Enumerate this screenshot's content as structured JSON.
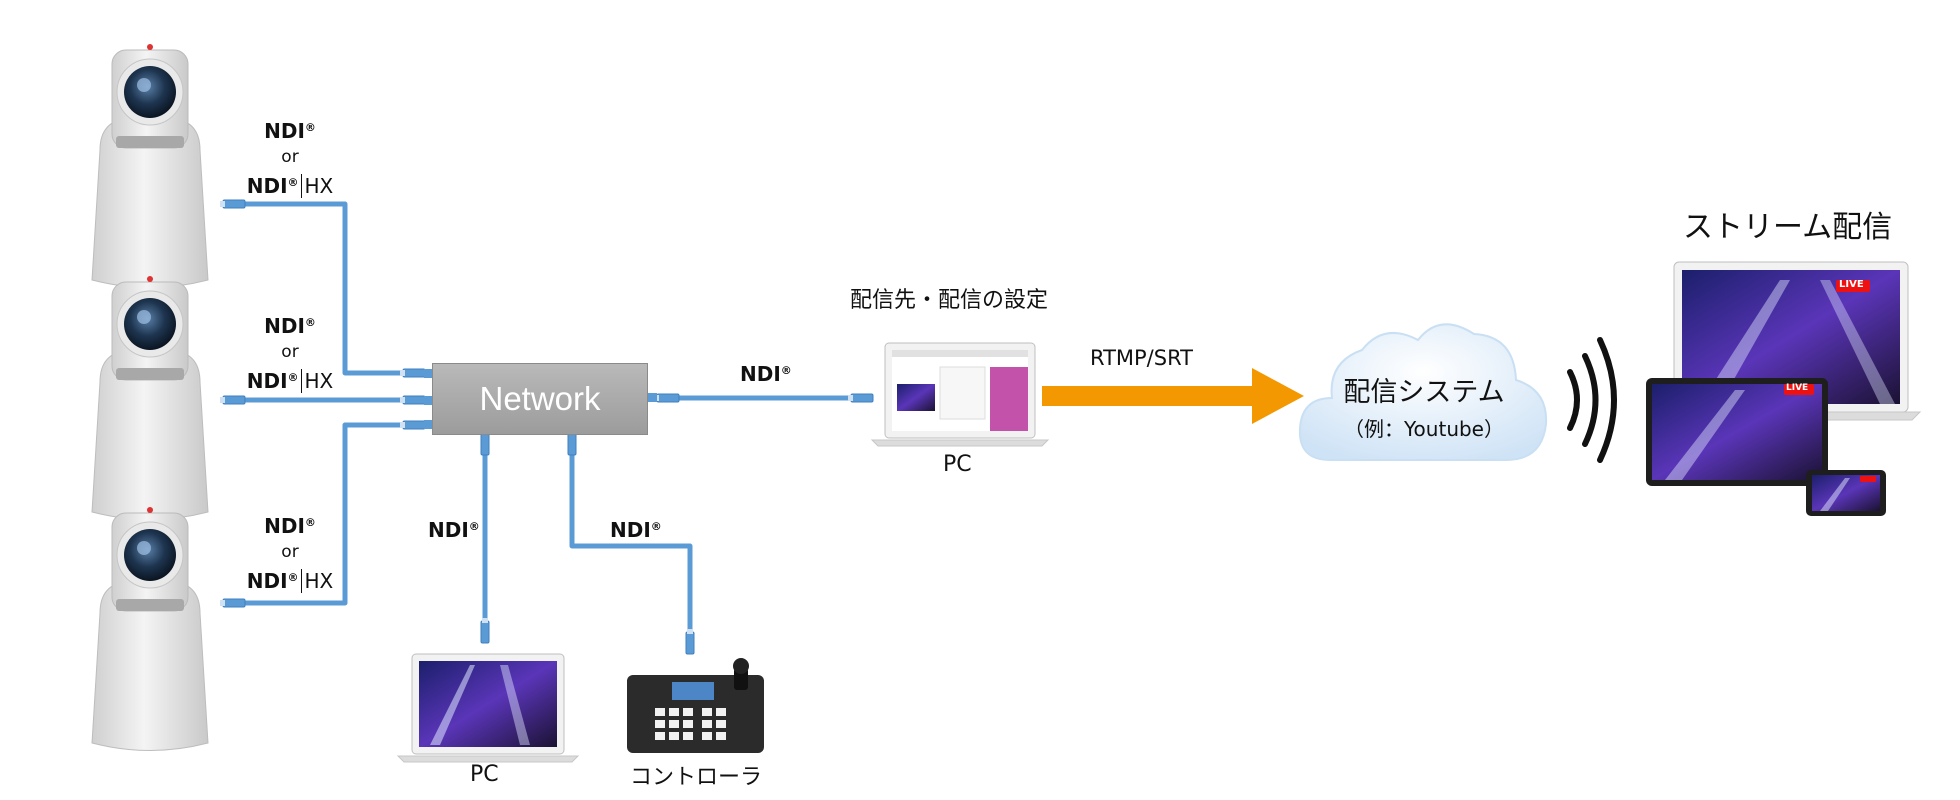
{
  "hub": {
    "label": "Network"
  },
  "cameras": [
    {
      "name": "camera-1",
      "ndi": "NDI",
      "reg": "®",
      "or": "or",
      "ndi_hx": "NDI",
      "hx": "HX"
    },
    {
      "name": "camera-2",
      "ndi": "NDI",
      "reg": "®",
      "or": "or",
      "ndi_hx": "NDI",
      "hx": "HX"
    },
    {
      "name": "camera-3",
      "ndi": "NDI",
      "reg": "®",
      "or": "or",
      "ndi_hx": "NDI",
      "hx": "HX"
    }
  ],
  "links": {
    "hub_to_pc_stream": {
      "ndi": "NDI",
      "reg": "®"
    },
    "hub_to_pc_bottom": {
      "ndi": "NDI",
      "reg": "®"
    },
    "hub_to_controller": {
      "ndi": "NDI",
      "reg": "®"
    },
    "pc_to_cloud": {
      "label": "RTMP/SRT"
    }
  },
  "pc_stream": {
    "title": "配信先・配信の設定",
    "label": "PC"
  },
  "pc_bottom": {
    "label": "PC"
  },
  "controller": {
    "label": "コントローラ"
  },
  "cloud": {
    "title": "配信システム",
    "subtitle": "（例：Youtube）"
  },
  "viewers": {
    "title": "ストリーム配信",
    "live_badge": "LIVE"
  },
  "colors": {
    "cable": "#5b9bd5",
    "arrow": "#f39800",
    "hub": "#a6a6a6",
    "cloud": "#dbeaf8"
  }
}
